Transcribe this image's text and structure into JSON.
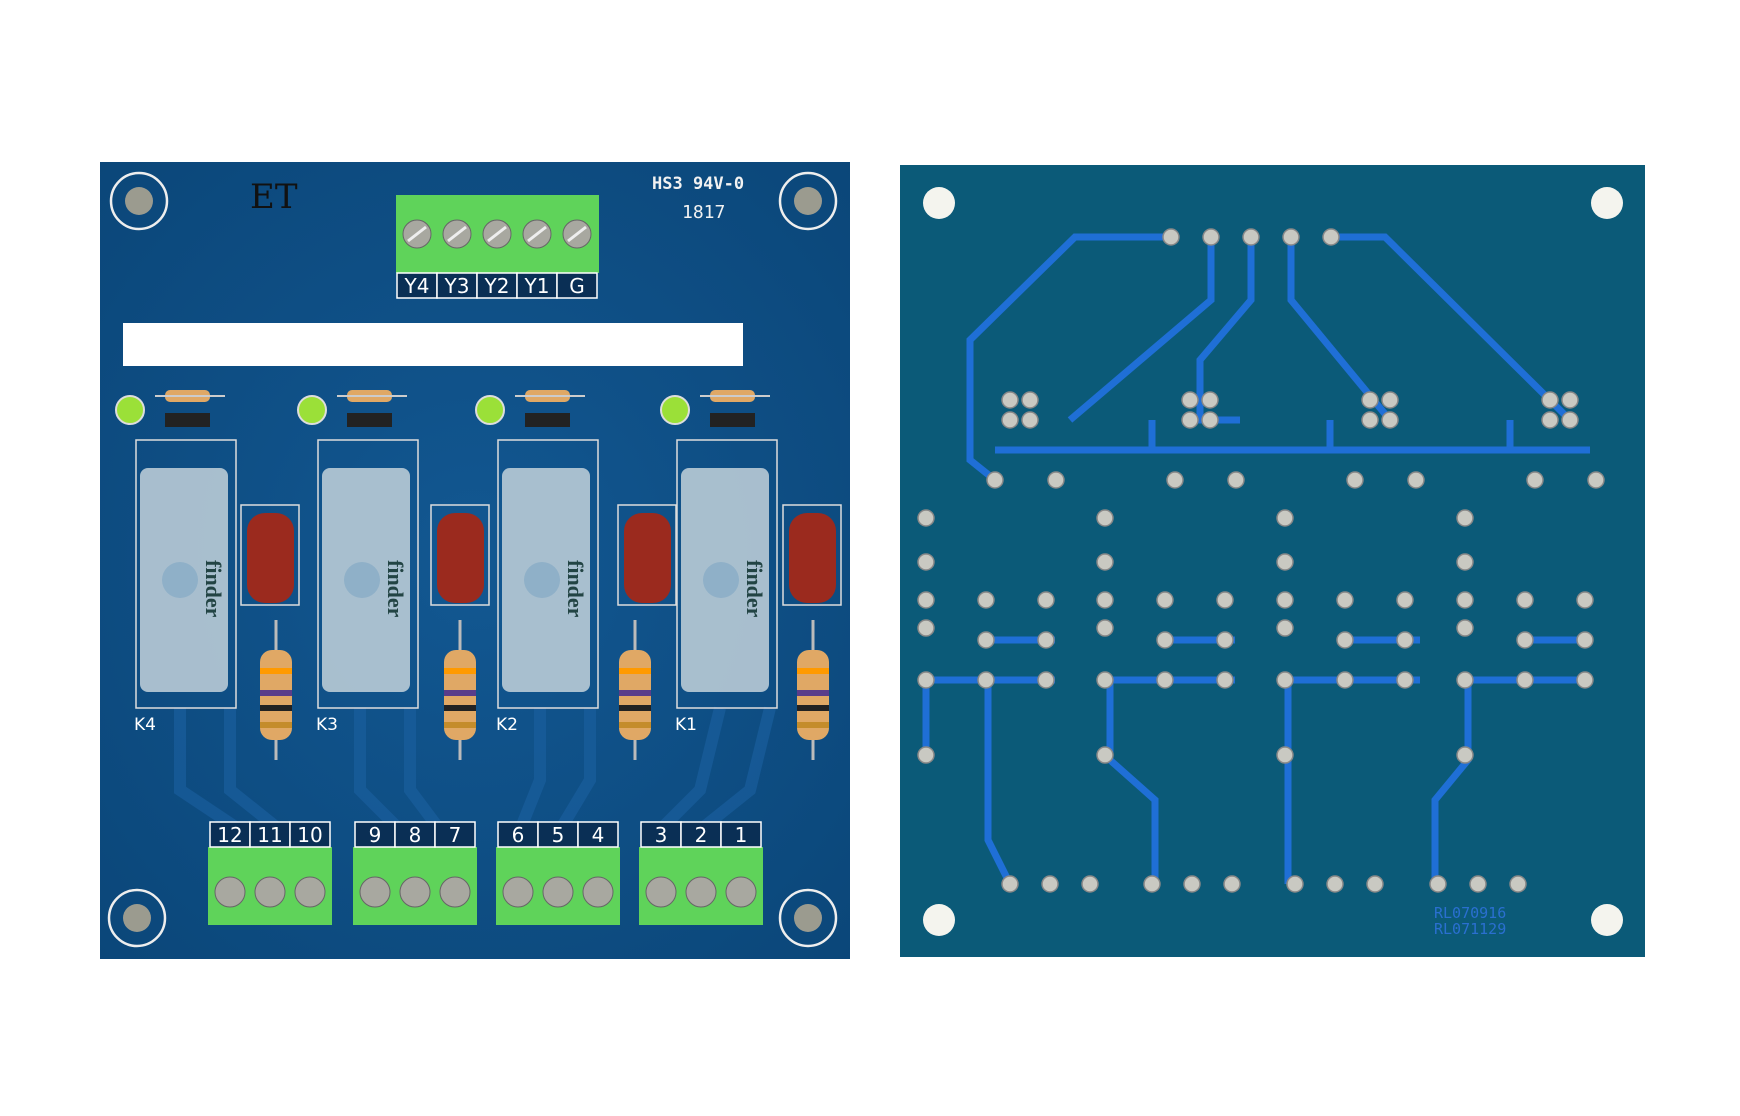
{
  "front_board": {
    "logo": "ET",
    "rating": "HS3 94V-0",
    "date_code": "1817",
    "top_terminal_labels": [
      "Y4",
      "Y3",
      "Y2",
      "Y1",
      "G"
    ],
    "relays": [
      {
        "label": "K4",
        "brand": "finder"
      },
      {
        "label": "K3",
        "brand": "finder"
      },
      {
        "label": "K2",
        "brand": "finder"
      },
      {
        "label": "K1",
        "brand": "finder"
      }
    ],
    "bottom_terminal_groups": [
      [
        "12",
        "11",
        "10"
      ],
      [
        "9",
        "8",
        "7"
      ],
      [
        "6",
        "5",
        "4"
      ],
      [
        "3",
        "2",
        "1"
      ]
    ]
  },
  "back_board": {
    "markings": [
      "RL070916",
      "RL071129"
    ]
  },
  "colors": {
    "pcb_front": "#0d4f86",
    "pcb_back": "#0b5a78",
    "terminal": "#5fd35a",
    "trace": "#1f6fd6"
  }
}
